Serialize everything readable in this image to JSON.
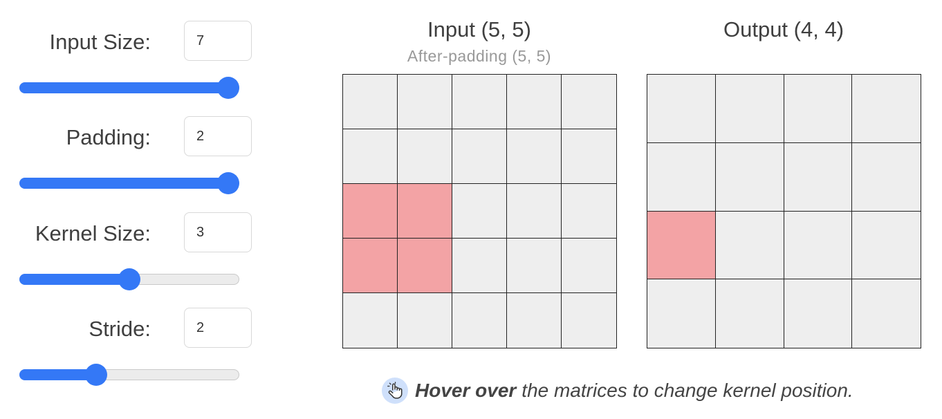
{
  "controls": [
    {
      "id": "input-size",
      "label": "Input Size:",
      "value": "7",
      "slider_fraction": 1.0
    },
    {
      "id": "padding",
      "label": "Padding:",
      "value": "2",
      "slider_fraction": 1.0
    },
    {
      "id": "kernel-size",
      "label": "Kernel Size:",
      "value": "3",
      "slider_fraction": 0.5
    },
    {
      "id": "stride",
      "label": "Stride:",
      "value": "2",
      "slider_fraction": 0.333
    }
  ],
  "input_matrix": {
    "title": "Input (5, 5)",
    "subtitle": "After-padding (5, 5)",
    "rows": 5,
    "cols": 5,
    "highlighted": [
      [
        2,
        0
      ],
      [
        2,
        1
      ],
      [
        3,
        0
      ],
      [
        3,
        1
      ]
    ]
  },
  "output_matrix": {
    "title": "Output (4, 4)",
    "rows": 4,
    "cols": 4,
    "highlighted": [
      [
        2,
        0
      ]
    ]
  },
  "hint": {
    "icon": "pointer-hand-icon",
    "bold_text": "Hover over",
    "text": "the matrices to change kernel position."
  },
  "colors": {
    "accent": "#3478f6",
    "highlight": "#f3a3a5",
    "cell": "#eeeeee",
    "grid_line": "#222222"
  }
}
